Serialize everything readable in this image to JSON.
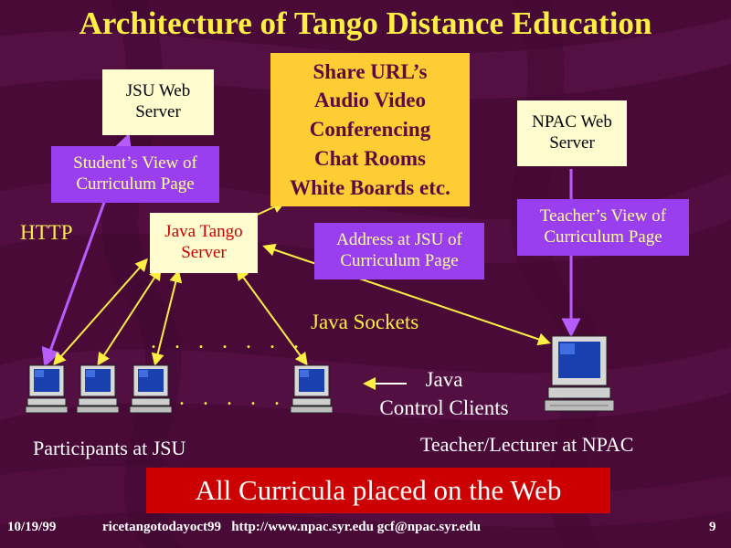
{
  "slide": {
    "title": "Architecture of Tango Distance Education",
    "background_color": "#4a0a38",
    "accent_color": "#ffee44"
  },
  "boxes": {
    "jsu_web_server": "JSU Web\nServer",
    "students_view": "Student’s View of\nCurriculum Page",
    "share_list": "Share URL’s\nAudio Video\nConferencing\nChat Rooms\nWhite Boards etc.",
    "npac_web_server": "NPAC Web\nServer",
    "teachers_view": "Teacher’s View of\nCurriculum Page",
    "java_tango_server": "Java Tango\nServer",
    "address_jsu": "Address at JSU of\nCurriculum Page"
  },
  "labels": {
    "http": "HTTP",
    "java_sockets": "Java Sockets",
    "java_control_clients": "Java\nControl Clients",
    "participants": "Participants at JSU",
    "teacher": "Teacher/Lecturer at NPAC",
    "dots_upper": ". . . . . . .",
    "dots_lower": ". . . . . . ."
  },
  "banner": "All Curricula placed on the Web",
  "footer": {
    "date": "10/19/99",
    "center": "ricetangotodayoct99   http://www.npac.syr.edu gcf@npac.syr.edu",
    "page": "9"
  }
}
